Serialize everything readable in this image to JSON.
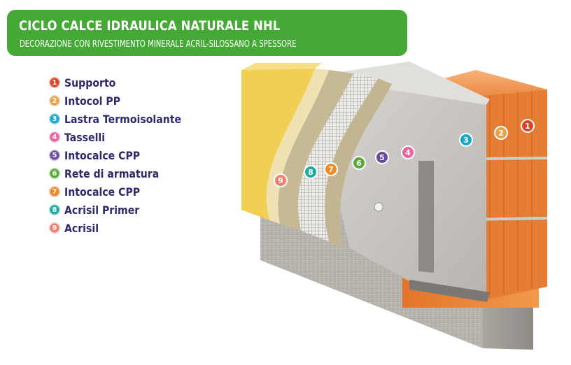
{
  "header": {
    "title": "CICLO CALCE IDRAULICA NATURALE NHL",
    "subtitle": "DECORAZIONE CON RIVESTIMENTO MINERALE ACRIL-SILOSSANO A SPESSORE"
  },
  "legend": [
    {
      "num": "1",
      "label": "Supporto",
      "color": "#d9452a"
    },
    {
      "num": "2",
      "label": "Intocol PP",
      "color": "#e8a04a"
    },
    {
      "num": "3",
      "label": "Lastra Termoisolante",
      "color": "#1ba7c9"
    },
    {
      "num": "4",
      "label": "Tasselli",
      "color": "#e9659f"
    },
    {
      "num": "5",
      "label": "Intocalce CPP",
      "color": "#6b4a9e"
    },
    {
      "num": "6",
      "label": "Rete di armatura",
      "color": "#5aa83a"
    },
    {
      "num": "7",
      "label": "Intocalce CPP",
      "color": "#ef8a2a"
    },
    {
      "num": "8",
      "label": "Acrisil Primer",
      "color": "#1fa9a0"
    },
    {
      "num": "9",
      "label": "Acrisil",
      "color": "#ee7f70"
    }
  ],
  "markers": [
    "1",
    "2",
    "3",
    "4",
    "5",
    "6",
    "7",
    "8",
    "9"
  ]
}
